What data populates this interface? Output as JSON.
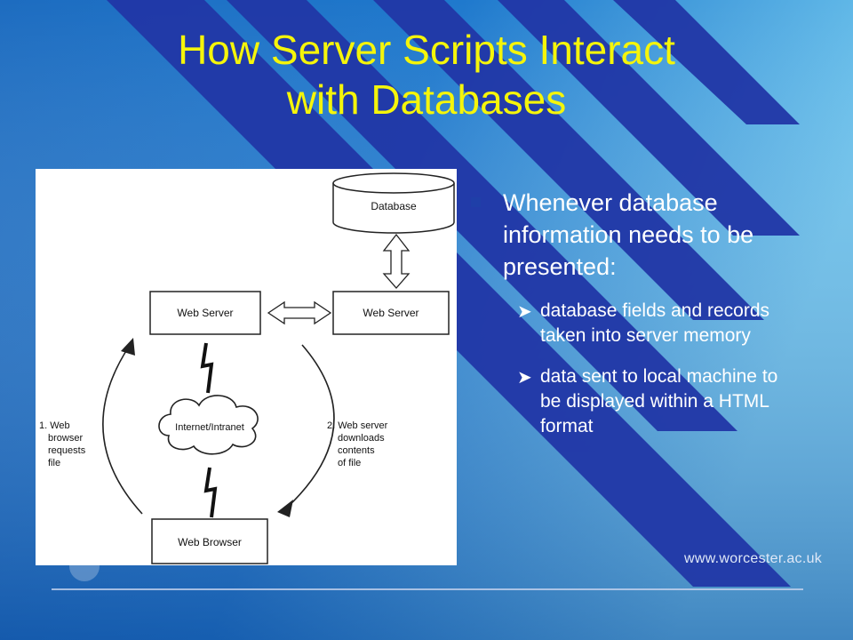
{
  "slide": {
    "title_line1": "How Server Scripts Interact",
    "title_line2": "with Databases",
    "footer_url": "www.worcester.ac.uk"
  },
  "bullets": {
    "main": "Whenever database information needs to be presented:",
    "sub": [
      "database fields and records taken into server memory",
      "data sent to local machine to be displayed within a HTML format"
    ]
  },
  "diagram": {
    "database": "Database",
    "web_server_left": "Web Server",
    "web_server_right": "Web Server",
    "network": "Internet/Intranet",
    "web_browser": "Web Browser",
    "step1": [
      "1. Web",
      "browser",
      "requests",
      "file"
    ],
    "step2": [
      "2. Web server",
      "downloads",
      "contents",
      "of file"
    ]
  },
  "colors": {
    "title": "#f5f50a",
    "background": "#1a5fb4",
    "stripe": "#2137a7",
    "text": "#ffffff"
  }
}
